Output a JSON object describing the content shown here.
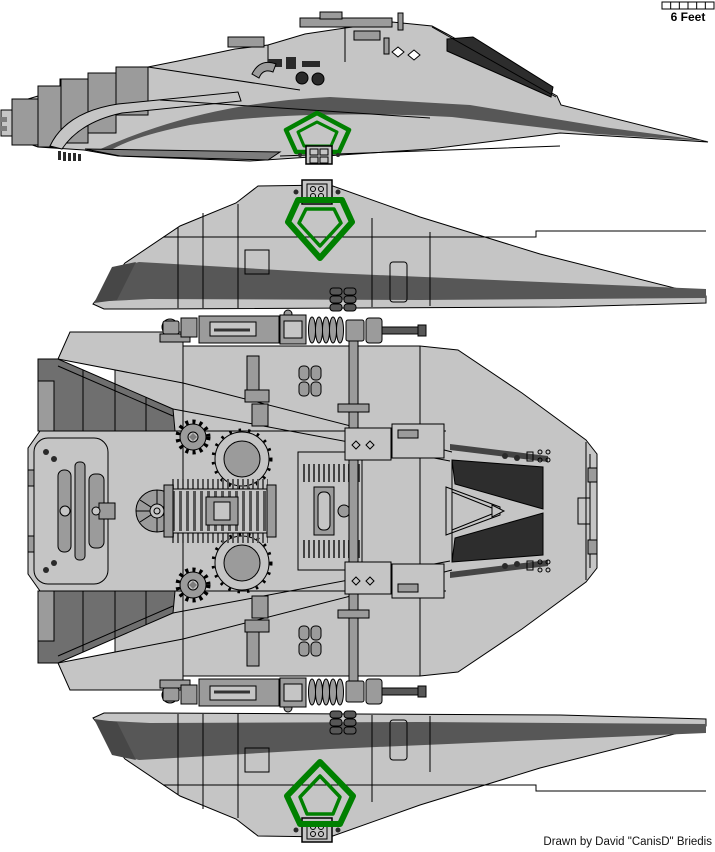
{
  "scale_bar": {
    "label": "6 Feet",
    "segments": 6
  },
  "credit": {
    "text": "Drawn by David \"CanisD\" Briedis"
  },
  "colors": {
    "background": "#FFFFFF",
    "hull": "#C5C5C5",
    "hull_mid": "#9B9B9B",
    "hull_dark": "#7D7D7D",
    "stripe": "#575757",
    "engine_wedge": "#6F6F6F",
    "visor": "#2D2D2D",
    "outline": "#000000",
    "insignia_green": "#008000"
  },
  "views": [
    {
      "name": "side-profile-view",
      "insignia": "double-pentagon-outline",
      "insignia_orientation": "point-up"
    },
    {
      "name": "wing-top-view",
      "insignia": "double-pentagon-outline",
      "insignia_orientation": "point-down"
    },
    {
      "name": "plan-view",
      "insignia": "none",
      "features": [
        "engine-exhaust-wedges",
        "turbines",
        "gears",
        "twin-gun-assemblies",
        "cockpit-visor"
      ]
    },
    {
      "name": "wing-bottom-view",
      "insignia": "double-pentagon-outline",
      "insignia_orientation": "point-up"
    }
  ]
}
